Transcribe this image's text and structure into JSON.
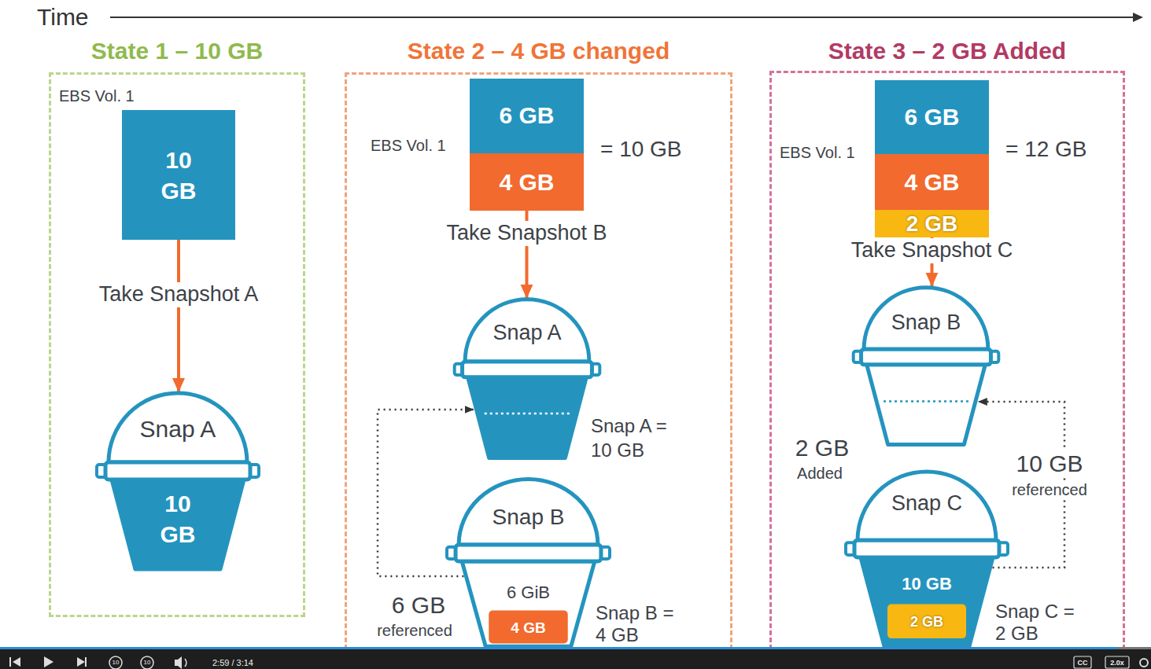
{
  "diagram": {
    "nodes": [
      {
        "text": [
          "State 1 – 10 GB"
        ]
      },
      {
        "text": [
          "EBS Vol. 1"
        ],
        "in": 0
      },
      {
        "text": [
          "10 GB"
        ],
        "in": 1
      },
      {
        "text": [
          "Snap A",
          "10 GB"
        ],
        "in": 0
      },
      {
        "text": [
          "State 2 – 4 GB changed"
        ]
      },
      {
        "text": [
          "EBS Vol. 1"
        ],
        "in": 4
      },
      {
        "text": [
          "6 GB"
        ],
        "in": 5
      },
      {
        "text": [
          "4 GB"
        ],
        "in": 5
      },
      {
        "text": [
          "Snap A"
        ],
        "in": 4
      },
      {
        "text": [
          "Snap B",
          "6 GiB",
          "4 GB"
        ],
        "in": 4
      },
      {
        "text": [
          "State 3 – 2 GB Added"
        ]
      },
      {
        "text": [
          "EBS Vol. 1"
        ],
        "in": 10
      },
      {
        "text": [
          "6 GB"
        ],
        "in": 11
      },
      {
        "text": [
          "4 GB"
        ],
        "in": 11
      },
      {
        "text": [
          "2 GB"
        ],
        "in": 11
      },
      {
        "text": [
          "Snap B"
        ],
        "in": 10
      },
      {
        "text": [
          "Snap C",
          "10 GB",
          "2 GB"
        ],
        "in": 10
      }
    ],
    "edges": [
      {
        "from": 1,
        "to": 3,
        "arrow": "to",
        "label": "Take Snapshot A"
      },
      {
        "from": 5,
        "to": 8,
        "arrow": "to",
        "label": "Take Snapshot B"
      },
      {
        "from": 9,
        "to": 8,
        "arrow": "to"
      },
      {
        "from": 11,
        "to": 15,
        "arrow": "to",
        "label": "Take Snapshot C"
      },
      {
        "from": 16,
        "to": 15,
        "arrow": "to"
      }
    ],
    "labels": [
      "Time",
      "= 10 GB",
      "Snap A = 10 GB",
      "6 GB",
      "referenced",
      "Snap B = 4 GB",
      "= 12 GB",
      "2 GB",
      "Added",
      "10 GB",
      "referenced",
      "Snap C = 2 GB",
      "10",
      "10",
      "2:59 / 3:14",
      "CC",
      "2.0x"
    ]
  }
}
